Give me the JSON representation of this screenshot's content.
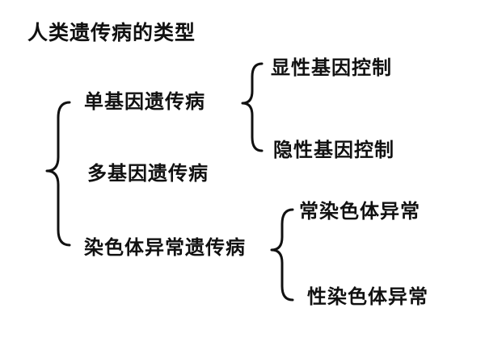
{
  "title": "人类遗传病的类型",
  "categories": [
    {
      "label": "单基因遗传病",
      "subtypes": [
        "显性基因控制",
        "隐性基因控制"
      ]
    },
    {
      "label": "多基因遗传病"
    },
    {
      "label": "染色体异常遗传病",
      "subtypes": [
        "常染色体异常",
        "性染色体异常"
      ]
    }
  ]
}
